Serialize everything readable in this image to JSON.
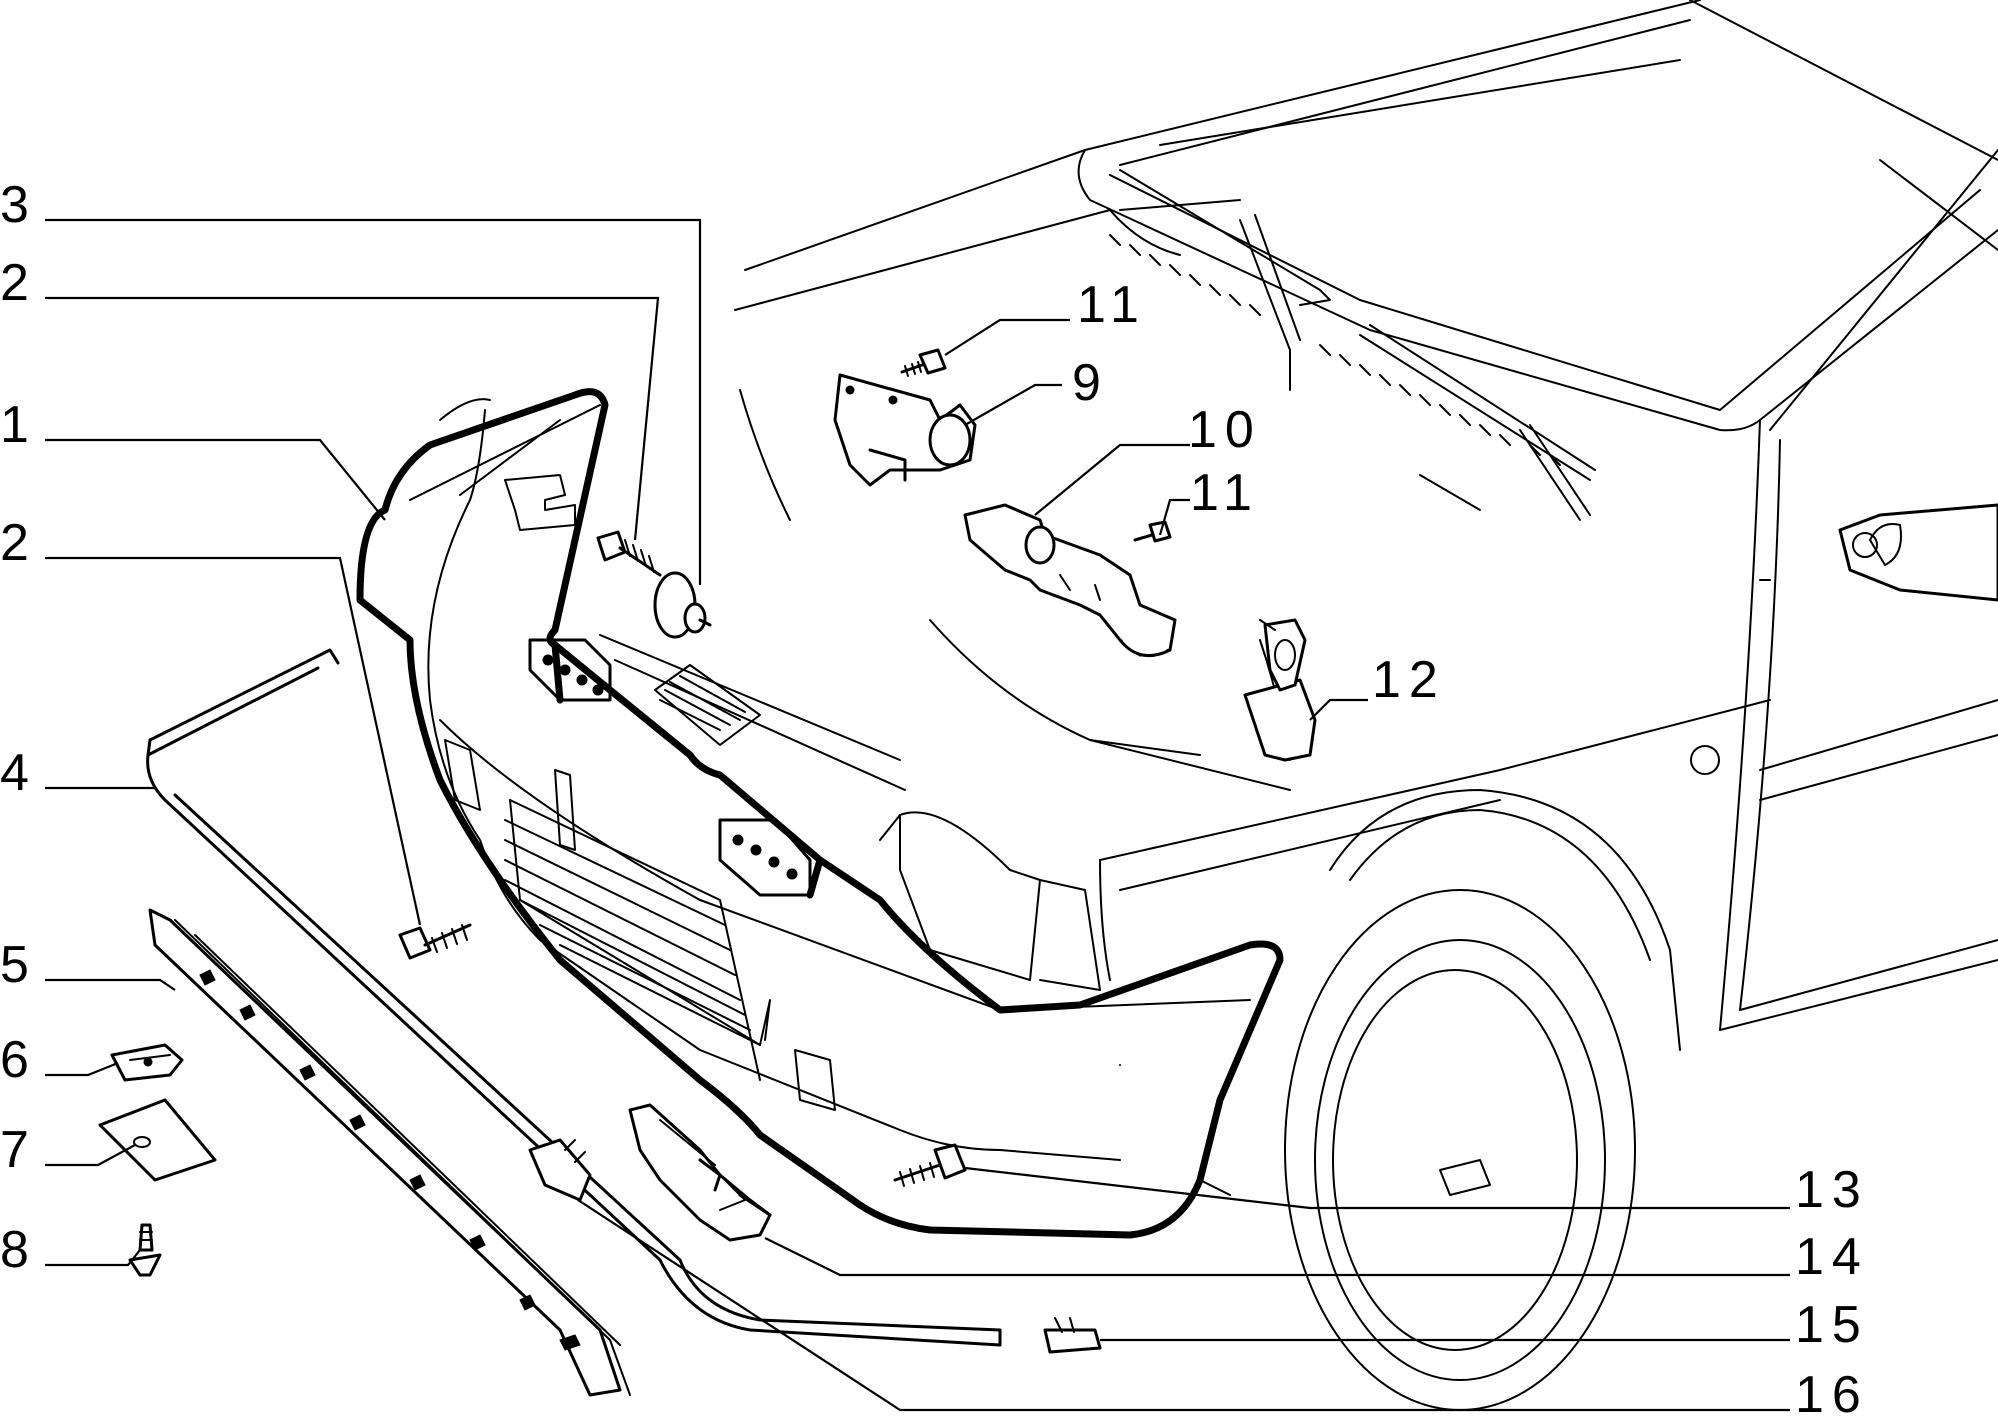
{
  "diagram": {
    "callouts": [
      {
        "id": "c3-top-left",
        "label": "3"
      },
      {
        "id": "c2-upper-left",
        "label": "2"
      },
      {
        "id": "c1-left",
        "label": "1"
      },
      {
        "id": "c2-lower-left",
        "label": "2"
      },
      {
        "id": "c4-left",
        "label": "4"
      },
      {
        "id": "c5-left",
        "label": "5"
      },
      {
        "id": "c6-left",
        "label": "6"
      },
      {
        "id": "c7-left",
        "label": "7"
      },
      {
        "id": "c8-left",
        "label": "8"
      },
      {
        "id": "c11-upper",
        "label": "11"
      },
      {
        "id": "c9",
        "label": "9"
      },
      {
        "id": "c10",
        "label": "10"
      },
      {
        "id": "c11-lower",
        "label": "11"
      },
      {
        "id": "c12",
        "label": "12"
      },
      {
        "id": "c13-right",
        "label": "13"
      },
      {
        "id": "c14-right",
        "label": "14"
      },
      {
        "id": "c15-right",
        "label": "15"
      },
      {
        "id": "c16-right",
        "label": "16"
      }
    ]
  }
}
